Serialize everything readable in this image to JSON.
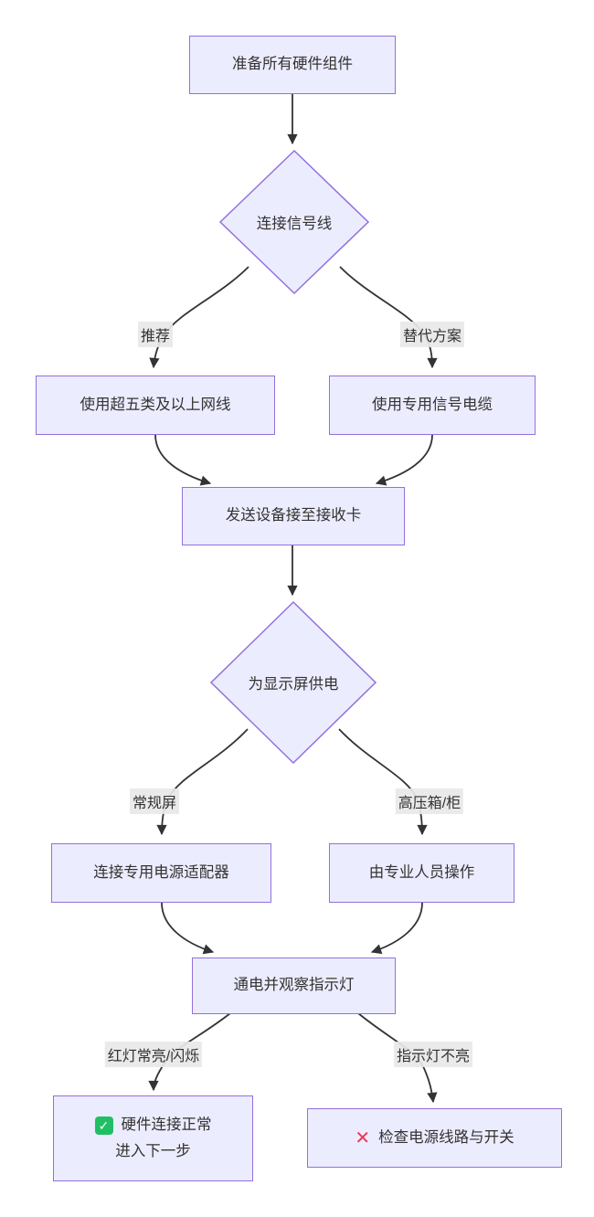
{
  "diagram": {
    "type": "flowchart",
    "direction": "top-down",
    "nodes": [
      {
        "id": "A",
        "shape": "rect",
        "label": "准备所有硬件组件"
      },
      {
        "id": "B",
        "shape": "diamond",
        "label": "连接信号线"
      },
      {
        "id": "C",
        "shape": "rect",
        "label": "使用超五类及以上网线"
      },
      {
        "id": "D",
        "shape": "rect",
        "label": "使用专用信号电缆"
      },
      {
        "id": "E",
        "shape": "rect",
        "label": "发送设备接至接收卡"
      },
      {
        "id": "F",
        "shape": "diamond",
        "label": "为显示屏供电"
      },
      {
        "id": "G",
        "shape": "rect",
        "label": "连接专用电源适配器"
      },
      {
        "id": "H",
        "shape": "rect",
        "label": "由专业人员操作"
      },
      {
        "id": "I",
        "shape": "rect",
        "label": "通电并观察指示灯"
      },
      {
        "id": "J",
        "shape": "rect",
        "icon": "check-icon",
        "label_line1": "硬件连接正常",
        "label_line2": "进入下一步"
      },
      {
        "id": "K",
        "shape": "rect",
        "icon": "cross-icon",
        "label": "检查电源线路与开关"
      }
    ],
    "edges": [
      {
        "from": "A",
        "to": "B",
        "label": ""
      },
      {
        "from": "B",
        "to": "C",
        "label": "推荐"
      },
      {
        "from": "B",
        "to": "D",
        "label": "替代方案"
      },
      {
        "from": "C",
        "to": "E",
        "label": ""
      },
      {
        "from": "D",
        "to": "E",
        "label": ""
      },
      {
        "from": "E",
        "to": "F",
        "label": ""
      },
      {
        "from": "F",
        "to": "G",
        "label": "常规屏"
      },
      {
        "from": "F",
        "to": "H",
        "label": "高压箱/柜"
      },
      {
        "from": "G",
        "to": "I",
        "label": ""
      },
      {
        "from": "H",
        "to": "I",
        "label": ""
      },
      {
        "from": "I",
        "to": "J",
        "label": "红灯常亮/闪烁"
      },
      {
        "from": "I",
        "to": "K",
        "label": "指示灯不亮"
      }
    ]
  },
  "icons": {
    "check_glyph": "✓",
    "cross_glyph": "✕"
  },
  "theme": {
    "background": "#FFFFFF",
    "node_fill": "#ECECFF",
    "node_border": "#9370DB",
    "text_color": "#333333",
    "edge_color": "#333333",
    "edge_label_bg": "#E8E8E8",
    "check_color": "#21BF64",
    "cross_color": "#EC3558"
  }
}
